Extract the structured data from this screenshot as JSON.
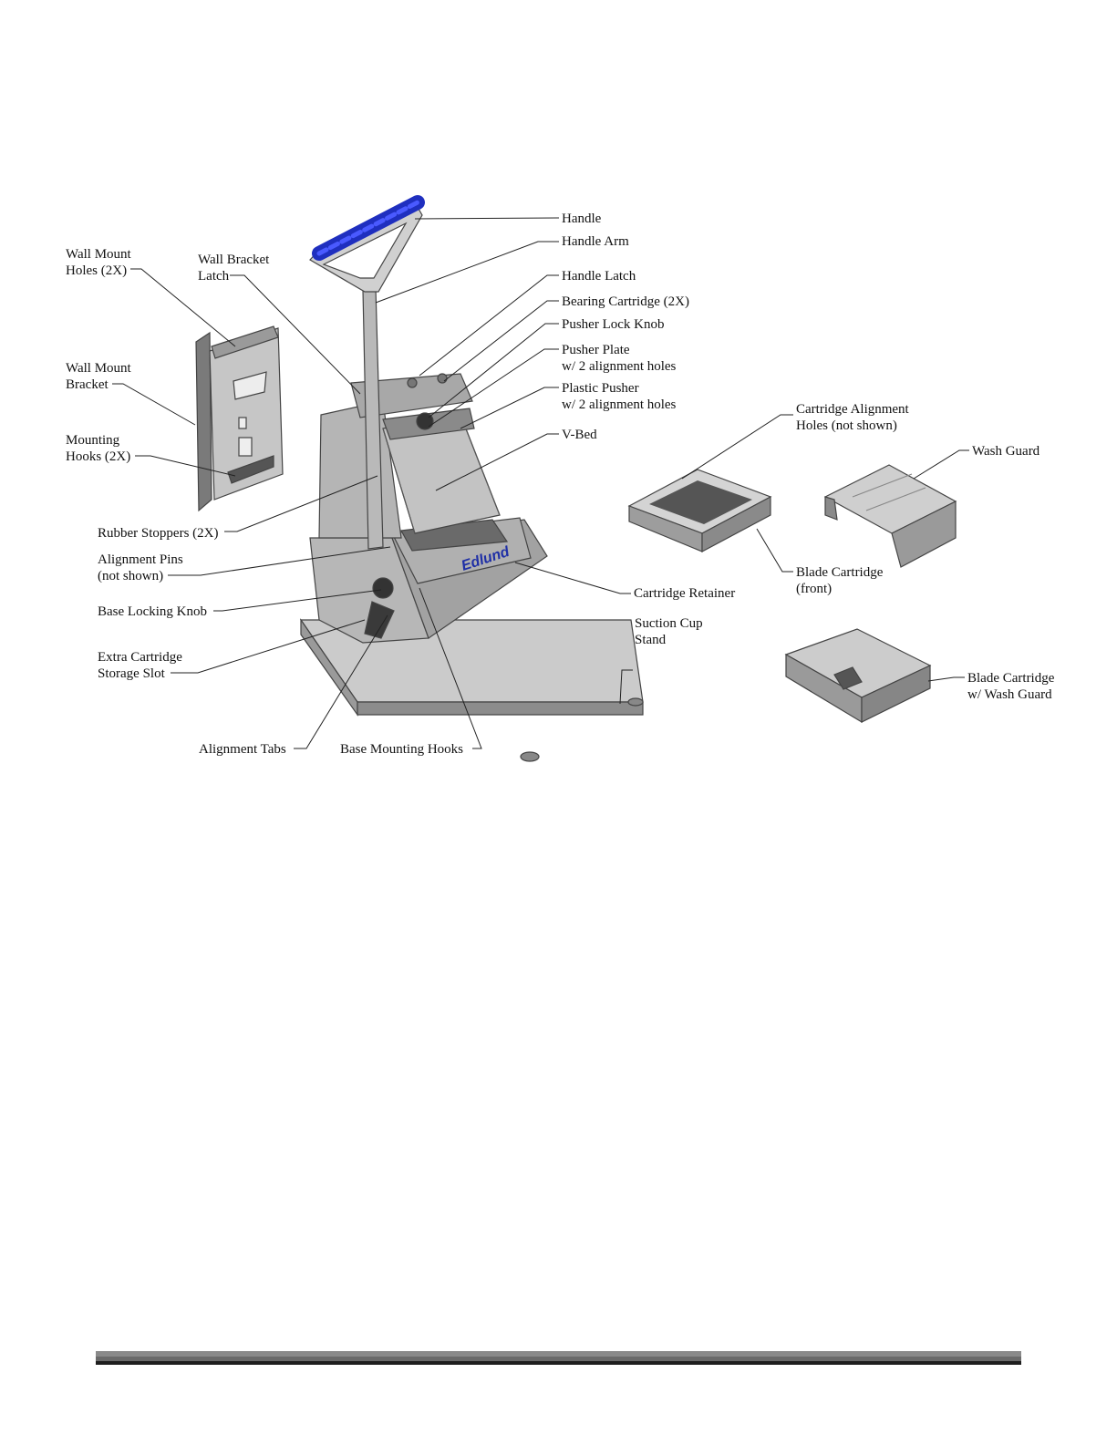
{
  "labels": {
    "handle": "Handle",
    "handle_arm": "Handle Arm",
    "handle_latch": "Handle Latch",
    "bearing_cartridge": "Bearing Cartridge (2X)",
    "pusher_lock_knob": "Pusher Lock Knob",
    "pusher_plate_1": "Pusher Plate",
    "pusher_plate_2": "w/ 2 alignment holes",
    "plastic_pusher_1": "Plastic Pusher",
    "plastic_pusher_2": "w/ 2 alignment holes",
    "v_bed": "V-Bed",
    "wall_mount_holes_1": "Wall Mount",
    "wall_mount_holes_2": "Holes (2X)",
    "wall_bracket_latch_1": "Wall Bracket",
    "wall_bracket_latch_2": "Latch",
    "wall_mount_bracket_1": "Wall Mount",
    "wall_mount_bracket_2": "Bracket",
    "mounting_hooks_1": "Mounting",
    "mounting_hooks_2": "Hooks (2X)",
    "rubber_stoppers": "Rubber Stoppers (2X)",
    "alignment_pins_1": "Alignment Pins",
    "alignment_pins_2": "(not shown)",
    "base_locking_knob": "Base Locking Knob",
    "extra_cartridge_1": "Extra Cartridge",
    "extra_cartridge_2": "Storage Slot",
    "alignment_tabs": "Alignment Tabs",
    "base_mounting_hooks": "Base Mounting Hooks",
    "cartridge_retainer": "Cartridge Retainer",
    "suction_cup_1": "Suction Cup",
    "suction_cup_2": "Stand",
    "cartridge_alignment_1": "Cartridge Alignment",
    "cartridge_alignment_2": "Holes (not shown)",
    "wash_guard": "Wash Guard",
    "blade_cartridge_front_1": "Blade Cartridge",
    "blade_cartridge_front_2": "(front)",
    "blade_cartridge_wash_1": "Blade Cartridge",
    "blade_cartridge_wash_2": "w/ Wash Guard"
  },
  "colors": {
    "handle_grip": "#1f2fbf",
    "metal_light": "#cfcfcf",
    "metal_mid": "#a9a9a9",
    "metal_dark": "#6e6e6e",
    "brand_text": "#1f2fa6"
  }
}
